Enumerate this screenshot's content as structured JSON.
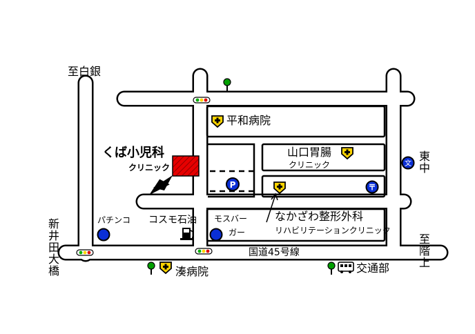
{
  "labels": {
    "to_shirogane": "至白銀",
    "heiwa_hospital": "平和病院",
    "kuba_clinic_name": "くば小児科",
    "kuba_clinic_sub": "クリニック",
    "yamaguchi_name": "山口胃腸",
    "yamaguchi_sub": "クリニック",
    "higashi_naka": "東中",
    "pachinko": "パチンコ",
    "cosmo_oil": "コスモ石油",
    "mos_burger_1": "モスバー",
    "mos_burger_2": "ガー",
    "nakazawa_name": "なかざわ整形外科",
    "nakazawa_sub": "リハビリテーションクリニック",
    "shin_idota_ohashi": "新井田大橋",
    "to_kaikami": "至階上",
    "route45": "国道45号線",
    "minato_hospital": "湊病院",
    "kotsubu": "交通部",
    "parking": "P",
    "post": "〒",
    "school": "文"
  },
  "colors": {
    "road": "#000000",
    "background": "#ffffff",
    "clinic_highlight": "#e60000",
    "hospital_mark": "#ffd400",
    "blue_marker": "#0a2fd6",
    "signal_green": "#00b000",
    "signal_red": "#e00000",
    "tree_green": "#00a000"
  },
  "icons": {
    "hospital": "hospital-cross-icon",
    "traffic_signal": "traffic-signal-icon",
    "tree": "tree-icon",
    "parking": "parking-icon",
    "gas_station": "gas-pump-icon",
    "post_office": "post-office-icon",
    "school": "school-icon",
    "bus": "bus-icon",
    "pointer": "arrow-pointer-icon"
  }
}
